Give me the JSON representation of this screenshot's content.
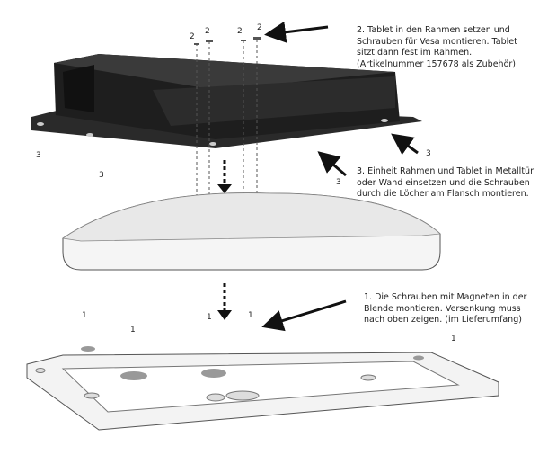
{
  "steps": {
    "step2": "2. Tablet in den Rahmen setzen und\nSchrauben für Vesa montieren. Tablet\nsitzt dann fest im Rahmen.\n(Artikelnummer 157678 als Zubehör)",
    "step3": "3. Einheit Rahmen und Tablet in Metalltür\noder Wand einsetzen und die Schrauben\ndurch die Löcher am Flansch montieren.",
    "step1": "1. Die Schrauben mit Magneten in der\nBlende montieren. Versenkung muss\nnach oben zeigen. (im Lieferumfang)"
  },
  "labels": {
    "two": "2",
    "three": "3",
    "one": "1"
  },
  "colors": {
    "frame": "#1e1e1e",
    "bezel": "#f4f4f4",
    "outline": "#444444"
  }
}
